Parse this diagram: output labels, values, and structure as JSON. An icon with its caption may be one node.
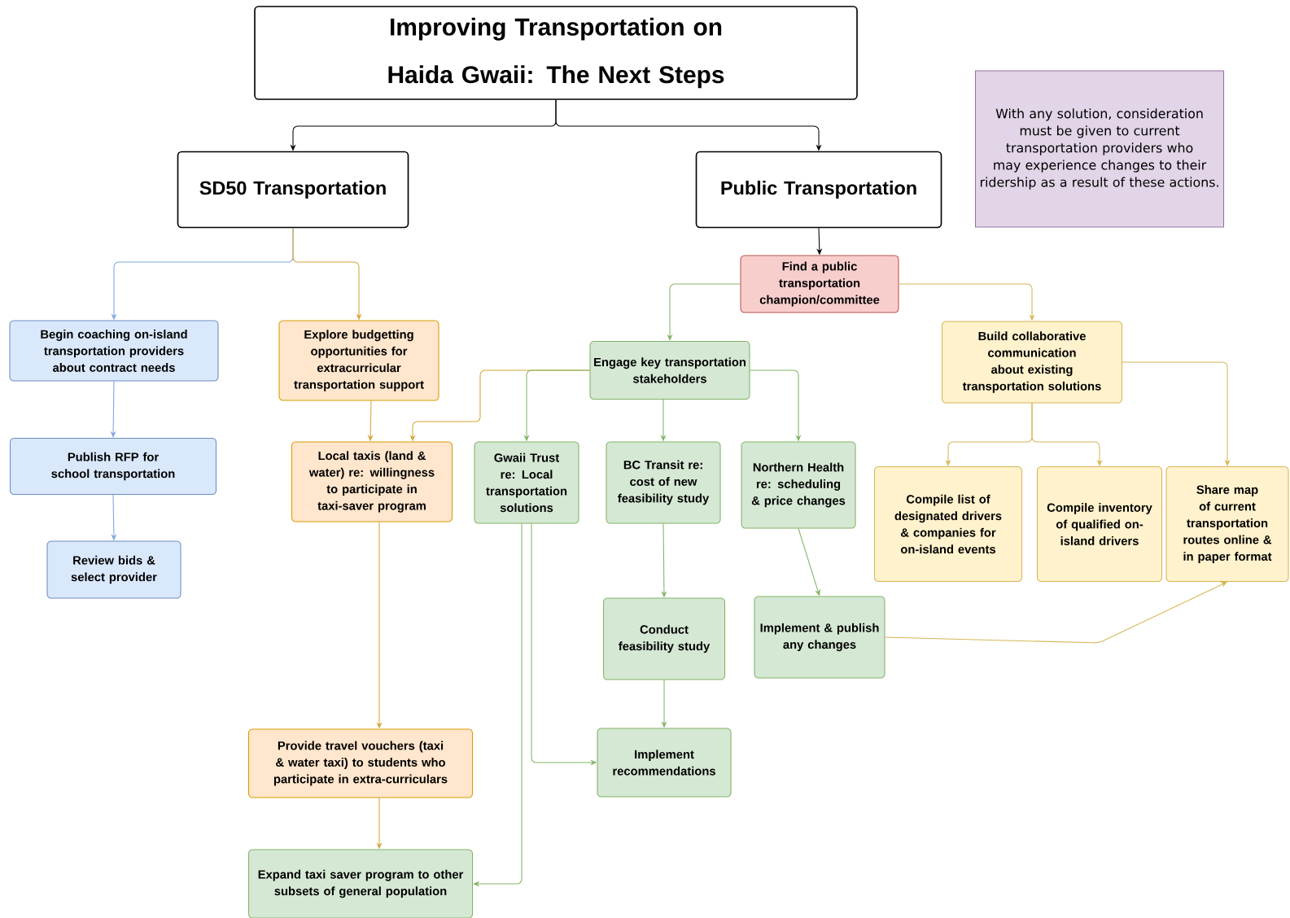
{
  "diagram": {
    "nodes": [
      {
        "text": [
          "Improving Transportation on Haida Gwaii: The Next Steps"
        ]
      },
      {
        "text": [
          "SD50 Transportation"
        ]
      },
      {
        "text": [
          "Public Transportation"
        ]
      },
      {
        "text": [
          "With any solution, consideration must be given to current transportation providers who may experience changes to their ridership as a result of these actions."
        ]
      },
      {
        "text": [
          "Begin coaching on-island transportation providers about contract needs"
        ]
      },
      {
        "text": [
          "Explore budgetting opportunities for extracurricular transportation support"
        ]
      },
      {
        "text": [
          "Publish RFP for school transportation"
        ]
      },
      {
        "text": [
          "Review bids & select provider"
        ]
      },
      {
        "text": [
          "Find a public transportation champion/committee"
        ]
      },
      {
        "text": [
          "Engage key transportation stakeholders"
        ]
      },
      {
        "text": [
          "Build collaborative communication about existing transportation solutions"
        ]
      },
      {
        "text": [
          "Local taxis (land & water) re: willingness to participate in taxi-saver program"
        ]
      },
      {
        "text": [
          "Gwaii Trust re: Local transportation solutions"
        ]
      },
      {
        "text": [
          "BC Transit re: cost of new feasibility study"
        ]
      },
      {
        "text": [
          "Northern Health re: scheduling & price changes"
        ]
      },
      {
        "text": [
          "Compile list of designated drivers & companies for on-island events"
        ]
      },
      {
        "text": [
          "Compile inventory of qualified on-island drivers"
        ]
      },
      {
        "text": [
          "Share map of current transportation routes online & in paper format"
        ]
      },
      {
        "text": [
          "Conduct feasibility study"
        ]
      },
      {
        "text": [
          "Implement & publish any changes"
        ]
      },
      {
        "text": [
          "Implement recommendations"
        ]
      },
      {
        "text": [
          "Provide travel vouchers (taxi & water taxi) to students who participate in extra-curriculars"
        ]
      },
      {
        "text": [
          "Expand taxi saver program to other subsets of general population"
        ]
      }
    ],
    "edges": [
      {
        "from": 0,
        "to": 1,
        "arrow": "to",
        "color": "#000000"
      },
      {
        "from": 0,
        "to": 2,
        "arrow": "to",
        "color": "#000000"
      },
      {
        "from": 1,
        "to": 4,
        "arrow": "to",
        "color": "#7ea6e0"
      },
      {
        "from": 1,
        "to": 5,
        "arrow": "to",
        "color": "#d6a43a"
      },
      {
        "from": 4,
        "to": 6,
        "arrow": "to",
        "color": "#7ea6e0"
      },
      {
        "from": 6,
        "to": 7,
        "arrow": "to",
        "color": "#7ea6e0"
      },
      {
        "from": 2,
        "to": 8,
        "arrow": "to",
        "color": "#000000"
      },
      {
        "from": 8,
        "to": 9,
        "arrow": "to"
      },
      {
        "from": 8,
        "to": 10,
        "arrow": "to",
        "color": "#d6b656"
      },
      {
        "from": 5,
        "to": 11,
        "arrow": "to",
        "color": "#d6a43a"
      },
      {
        "from": 9,
        "to": 11,
        "arrow": "to",
        "color": "#d6a43a"
      },
      {
        "from": 9,
        "to": 12,
        "arrow": "to"
      },
      {
        "from": 9,
        "to": 13,
        "arrow": "to"
      },
      {
        "from": 9,
        "to": 14,
        "arrow": "to"
      },
      {
        "from": 10,
        "to": 15,
        "arrow": "to",
        "color": "#d6b656"
      },
      {
        "from": 10,
        "to": 16,
        "arrow": "to",
        "color": "#d6b656"
      },
      {
        "from": 10,
        "to": 17,
        "arrow": "to",
        "color": "#d6b656"
      },
      {
        "from": 13,
        "to": 18,
        "arrow": "to"
      },
      {
        "from": 18,
        "to": 20,
        "arrow": "to"
      },
      {
        "from": 12,
        "to": 20,
        "arrow": "to"
      },
      {
        "from": 12,
        "to": 22,
        "arrow": "to"
      },
      {
        "from": 14,
        "to": 19,
        "arrow": "to"
      },
      {
        "from": 19,
        "to": 17,
        "arrow": "to",
        "color": "#d6b656"
      },
      {
        "from": 11,
        "to": 21,
        "arrow": "to",
        "color": "#d6a43a"
      },
      {
        "from": 21,
        "to": 22,
        "arrow": "to",
        "color": "#d6a43a"
      }
    ]
  }
}
